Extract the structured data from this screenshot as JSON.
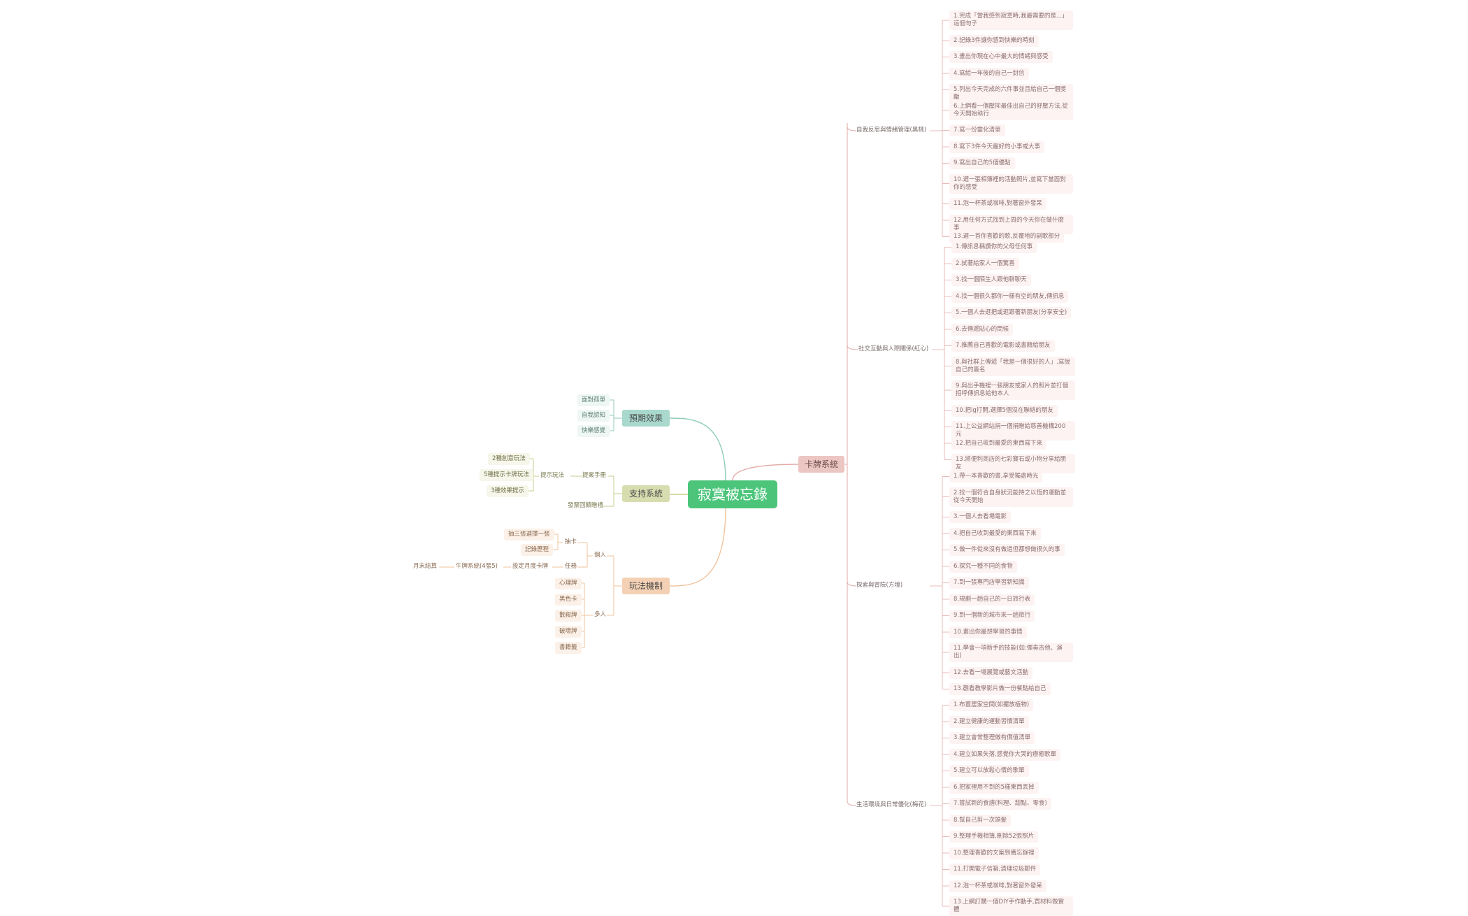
{
  "root": {
    "label": "寂寞被忘錄"
  },
  "colors": {
    "root_fill": "#4cc57b",
    "card_fill": "#ecc6c3",
    "card_line": "#e2aaa6",
    "effect_fill": "#a9d8cc",
    "effect_line": "#8fcbb9",
    "support_fill": "#d8ddb0",
    "support_line": "#c7cd8c",
    "play_fill": "#f4d1b4",
    "play_line": "#f0c39d"
  },
  "card_system": {
    "label": "卡牌系統",
    "groups": [
      {
        "label": "自我反思與情緒管理(黑桃)",
        "items": [
          "1.完成「當我感到寂寞時,我最需要的是...」這個句子",
          "2.記錄3件讓你感到快樂的時刻",
          "3.畫出你現在心中最大的情緒與感受",
          "4.寫給一年後的自己一封信",
          "5.列出今天完成的六件事並且給自己一個獎勵",
          "6.上網看一個壓抑最佳出自己的舒壓方法,從今天開始執行",
          "7.寫一份靈化清單",
          "8.寫下3件今天最好的小事或大事",
          "9.寫出自己的5個優點",
          "10.選一張相簿裡的活動照片,並寫下當面對你的感受",
          "11.泡一杯茶或咖啡,對著窗外發呆",
          "12.用任何方式找到上周的今天你在做什麼事",
          "13.選一首你喜歡的歌,反覆地的副歌部分"
        ]
      },
      {
        "label": "社交互動與人際關係(紅心)",
        "items": [
          "1.傳訊息稱讚你的父母任何事",
          "2.試著給家人一個驚喜",
          "3.找一個陌生人跟他聊聊天",
          "4.找一個很久都你一樣有空的朋友,傳訊息",
          "5.一個人去逛把或逛跟著新朋友(分享安全)",
          "6.去傳遞貼心的問候",
          "7.推薦自己喜歡的電影或書籍給朋友",
          "8.與社群上傳遞「我是一個很好的人」,寫說自己的簽名",
          "9.與出手機裡一張朋友或家人的照片並打個招呼傳訊息給他本人",
          "10.把ig打開,選擇5個沒在聯絡的朋友",
          "11.上公益網站捐一個捐贈給慈善機構200元",
          "12.把自己收到最愛的東西寫下來",
          "13.將便利商店的七彩寶石或小物分享給朋友"
        ]
      },
      {
        "label": "探索與冒險(方塊)",
        "items": [
          "1.帶一本喜歡的書,享受獨處時光",
          "2.找一個符合自身狀況能持之以恆的運動並從今天開始",
          "3.一個人去看場電影",
          "4.把自己收到最愛的東西寫下來",
          "5.做一件從來沒有做過但都想做很久的事",
          "6.探究一種不同的食物",
          "7.到一張專門店學習新知識",
          "8.規劃一趟自己的一日旅行表",
          "9.到一個新的城市來一趟旅行",
          "10.畫出你最想學習的事情",
          "11.學會一項新手的技能(如:彈奏吉他、演出)",
          "12.去看一場展覽或藝文活動",
          "13.觀看教學影片做一份餐點給自己"
        ]
      },
      {
        "label": "生活環境與日常優化(梅花)",
        "items": [
          "1.布置居家空間(如擺放植物)",
          "2.建立健康的運動習慣清單",
          "3.建立會常整理做有價值清單",
          "4.建立如果失落,感覺你大哭的療癒歌單",
          "5.建立可以放鬆心情的歌單",
          "6.把家裡用不到的5樣東西丟掉",
          "7.嘗試新的食譜(料理、甜點、零食)",
          "8.幫自己剪一次頭髮",
          "9.整理手機相簿,刪除52張照片",
          "10.整理喜歡的文案到備忘錄裡",
          "11.打開電子信箱,清理垃圾郵件",
          "12.泡一杯茶或咖啡,對著窗外發呆",
          "13.上網訂購一個DIY手作動手,買材料做實體"
        ]
      }
    ]
  },
  "expected_effect": {
    "label": "預期效果",
    "items": [
      "面對孤單",
      "自我認知",
      "快樂感覺"
    ]
  },
  "support_system": {
    "label": "支持系統",
    "prompt_group": {
      "label": "提示玩法",
      "items": [
        "2種創意玩法",
        "5種提示卡牌玩法",
        "3種效果提示"
      ]
    },
    "handbook": {
      "label": "提案手冊"
    },
    "kit": {
      "label": "發票回饋贈禮"
    }
  },
  "play_mechanics": {
    "label": "玩法機制",
    "single": {
      "label": "個人",
      "draw": {
        "label": "抽卡",
        "items": [
          "抽三張選擇一張",
          "記錄歷程"
        ]
      },
      "reward": {
        "label": "任務",
        "item": "設定月度卡牌",
        "card_system": "牛牌系統(4張5)",
        "end": "月末結算"
      }
    },
    "multi": {
      "label": "多人",
      "items": [
        "心理牌",
        "黑色卡",
        "散殺牌",
        "破壞牌",
        "書籍籤"
      ]
    }
  }
}
